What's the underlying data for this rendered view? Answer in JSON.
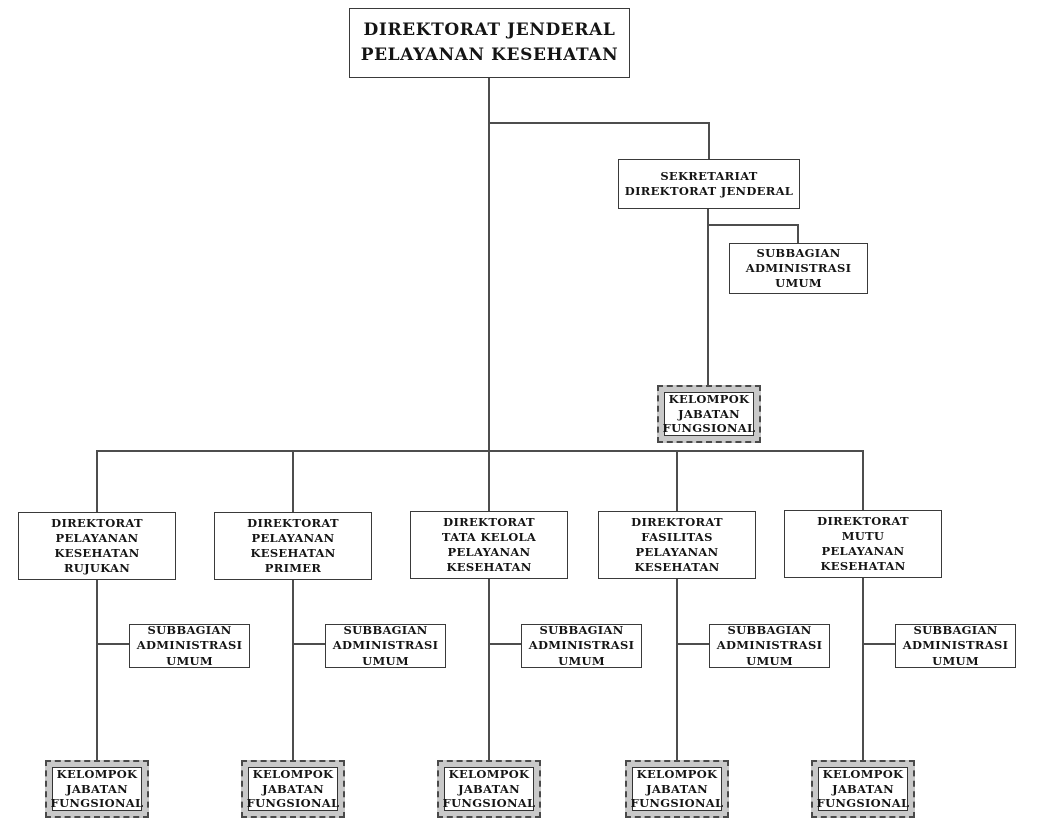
{
  "diagram": {
    "type": "org-chart",
    "root": {
      "label": "DIREKTORAT JENDERAL\nPELAYANAN KESEHATAN"
    },
    "sekretariat": {
      "label": "SEKRETARIAT\nDIREKTORAT JENDERAL",
      "subbagian": {
        "label": "SUBBAGIAN\nADMINISTRASI UMUM"
      },
      "kelompok": {
        "label": "KELOMPOK\nJABATAN\nFUNGSIONAL"
      }
    },
    "directorates": [
      {
        "label": "DIREKTORAT\nPELAYANAN KESEHATAN\nRUJUKAN",
        "subbagian": {
          "label": "SUBBAGIAN\nADMINISTRASI UMUM"
        },
        "kelompok": {
          "label": "KELOMPOK\nJABATAN\nFUNGSIONAL"
        }
      },
      {
        "label": "DIREKTORAT\nPELAYANAN KESEHATAN\nPRIMER",
        "subbagian": {
          "label": "SUBBAGIAN\nADMINISTRASI UMUM"
        },
        "kelompok": {
          "label": "KELOMPOK\nJABATAN\nFUNGSIONAL"
        }
      },
      {
        "label": "DIREKTORAT\nTATA KELOLA\nPELAYANAN KESEHATAN",
        "subbagian": {
          "label": "SUBBAGIAN\nADMINISTRASI UMUM"
        },
        "kelompok": {
          "label": "KELOMPOK\nJABATAN\nFUNGSIONAL"
        }
      },
      {
        "label": "DIREKTORAT\nFASILITAS\nPELAYANAN KESEHATAN",
        "subbagian": {
          "label": "SUBBAGIAN\nADMINISTRASI UMUM"
        },
        "kelompok": {
          "label": "KELOMPOK\nJABATAN\nFUNGSIONAL"
        }
      },
      {
        "label": "DIREKTORAT\nMUTU\nPELAYANAN KESEHATAN",
        "subbagian": {
          "label": "SUBBAGIAN\nADMINISTRASI UMUM"
        },
        "kelompok": {
          "label": "KELOMPOK\nJABATAN\nFUNGSIONAL"
        }
      }
    ],
    "colors": {
      "background": "#ffffff",
      "line": "#4d4d4d",
      "box_border": "#3a3a3a",
      "kelompok_fill": "#c9c9c9",
      "text": "#141414"
    }
  }
}
